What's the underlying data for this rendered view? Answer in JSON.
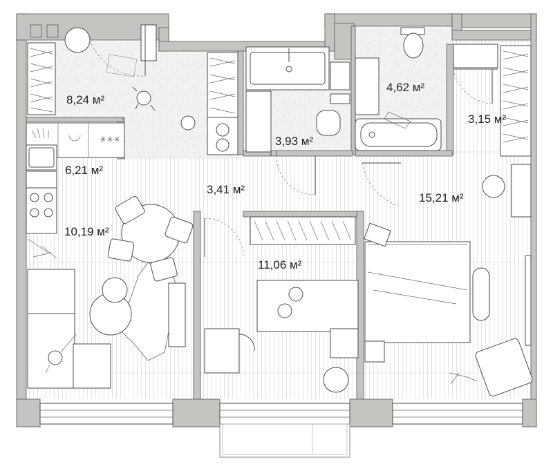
{
  "rooms": [
    {
      "id": "hall",
      "area": "8,24 м²"
    },
    {
      "id": "bathroom",
      "area": "3,93 м²"
    },
    {
      "id": "wc",
      "area": "4,62 м²"
    },
    {
      "id": "storage",
      "area": "3,15 м²"
    },
    {
      "id": "kitchen",
      "area": "6,21 м²"
    },
    {
      "id": "corridor",
      "area": "3,41 м²"
    },
    {
      "id": "living",
      "area": "10,19 м²"
    },
    {
      "id": "bedroom-1",
      "area": "11,06 м²"
    },
    {
      "id": "bedroom-2",
      "area": "15,21 м²"
    }
  ]
}
